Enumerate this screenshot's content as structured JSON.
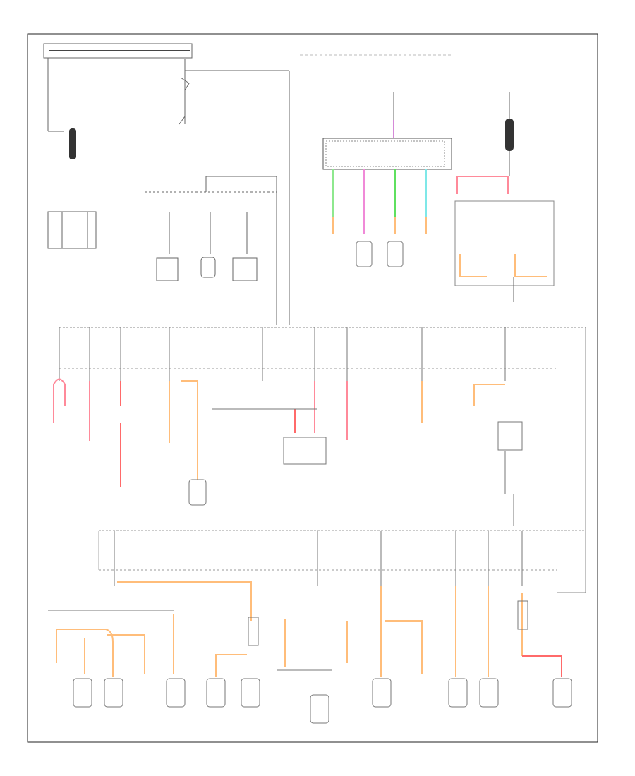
{
  "figure": {
    "page_code": "",
    "labels_legible": false
  },
  "colors": {
    "frame": "#222222",
    "wire": "#555555",
    "bus": "#aaaaaa",
    "orange": "#ffbd7a",
    "pink": "#ff8a9a",
    "red": "#ff6a6a",
    "green": "#8ee88e",
    "magenta": "#f08ad8",
    "light_green": "#5fe05f",
    "cyan": "#7fe8e8",
    "violet": "#d58ad8",
    "component": "#777777"
  },
  "wire_colors": [
    "orange",
    "pink",
    "red",
    "green",
    "magenta",
    "light_green",
    "cyan",
    "violet"
  ],
  "icons": [
    "battery-icon",
    "relay-icon",
    "switch-icon",
    "ground-icon",
    "fuse-icon",
    "module-icon"
  ]
}
